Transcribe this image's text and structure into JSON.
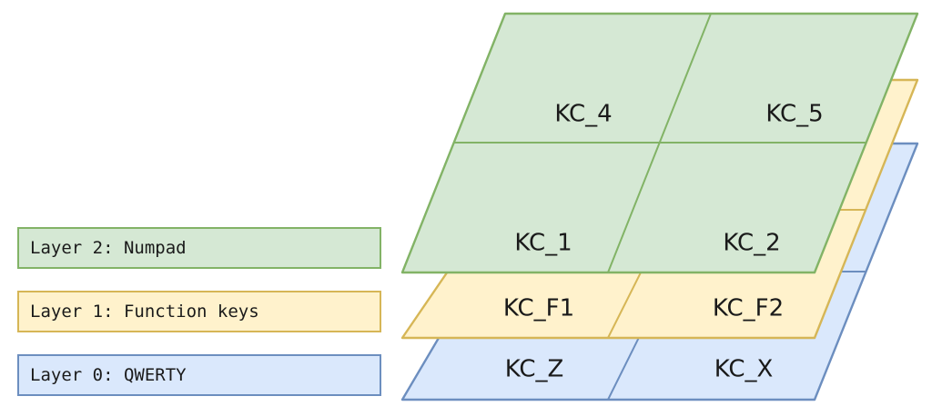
{
  "legend": {
    "items": [
      {
        "label": "Layer 2: Numpad",
        "fill": "#d5e8d4",
        "stroke": "#82b366",
        "layer": 2
      },
      {
        "label": "Layer 1: Function keys",
        "fill": "#fff2cc",
        "stroke": "#d6b656",
        "layer": 1
      },
      {
        "label": "Layer 0: QWERTY",
        "fill": "#dae8fc",
        "stroke": "#6c8ebf",
        "layer": 0
      }
    ]
  },
  "layers": [
    {
      "name": "Layer 2: Numpad",
      "fill": "#d5e8d4",
      "stroke": "#82b366",
      "keys": {
        "top_left": "KC_4",
        "top_right": "KC_5",
        "bottom_left": "KC_1",
        "bottom_right": "KC_2"
      }
    },
    {
      "name": "Layer 1: Function keys",
      "fill": "#fff2cc",
      "stroke": "#d6b656",
      "keys": {
        "top_left": "",
        "top_right": "",
        "bottom_left": "KC_F1",
        "bottom_right": "KC_F2"
      }
    },
    {
      "name": "Layer 0: QWERTY",
      "fill": "#dae8fc",
      "stroke": "#6c8ebf",
      "keys": {
        "top_left": "",
        "top_right": "",
        "bottom_left": "KC_Z",
        "bottom_right": "KC_X"
      }
    }
  ],
  "background": "#ffffff"
}
